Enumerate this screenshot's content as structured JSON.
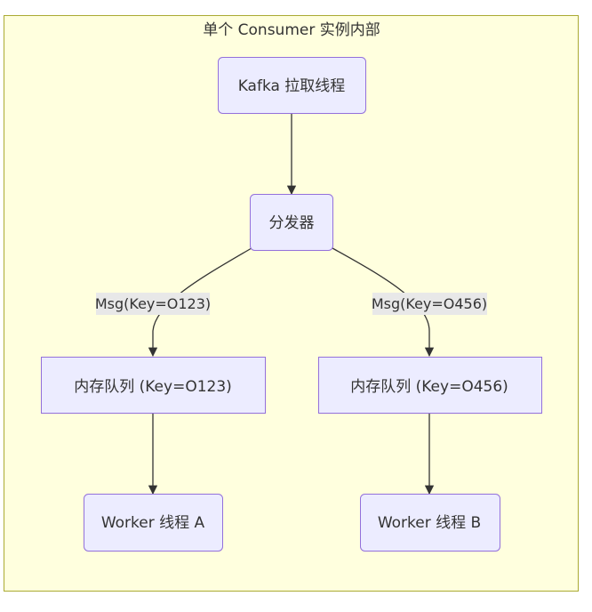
{
  "diagram": {
    "type": "flowchart",
    "colors": {
      "cluster_fill": "#ffffde",
      "cluster_stroke": "#aaaa33",
      "node_fill": "#ececff",
      "node_stroke": "#9370db",
      "edge": "#333333",
      "edge_label_bg": "#e8e8e8",
      "text": "#333333"
    },
    "cluster": {
      "label": "单个 Consumer 实例内部"
    },
    "nodes": {
      "fetcher": {
        "label": "Kafka 拉取线程"
      },
      "dispatcher": {
        "label": "分发器"
      },
      "queue_a": {
        "label": "内存队列 (Key=O123)"
      },
      "queue_b": {
        "label": "内存队列 (Key=O456)"
      },
      "worker_a": {
        "label": "Worker 线程 A"
      },
      "worker_b": {
        "label": "Worker 线程 B"
      }
    },
    "edges": [
      {
        "from": "fetcher",
        "to": "dispatcher",
        "label": ""
      },
      {
        "from": "dispatcher",
        "to": "queue_a",
        "label": "Msg(Key=O123)"
      },
      {
        "from": "dispatcher",
        "to": "queue_b",
        "label": "Msg(Key=O456)"
      },
      {
        "from": "queue_a",
        "to": "worker_a",
        "label": ""
      },
      {
        "from": "queue_b",
        "to": "worker_b",
        "label": ""
      }
    ]
  }
}
